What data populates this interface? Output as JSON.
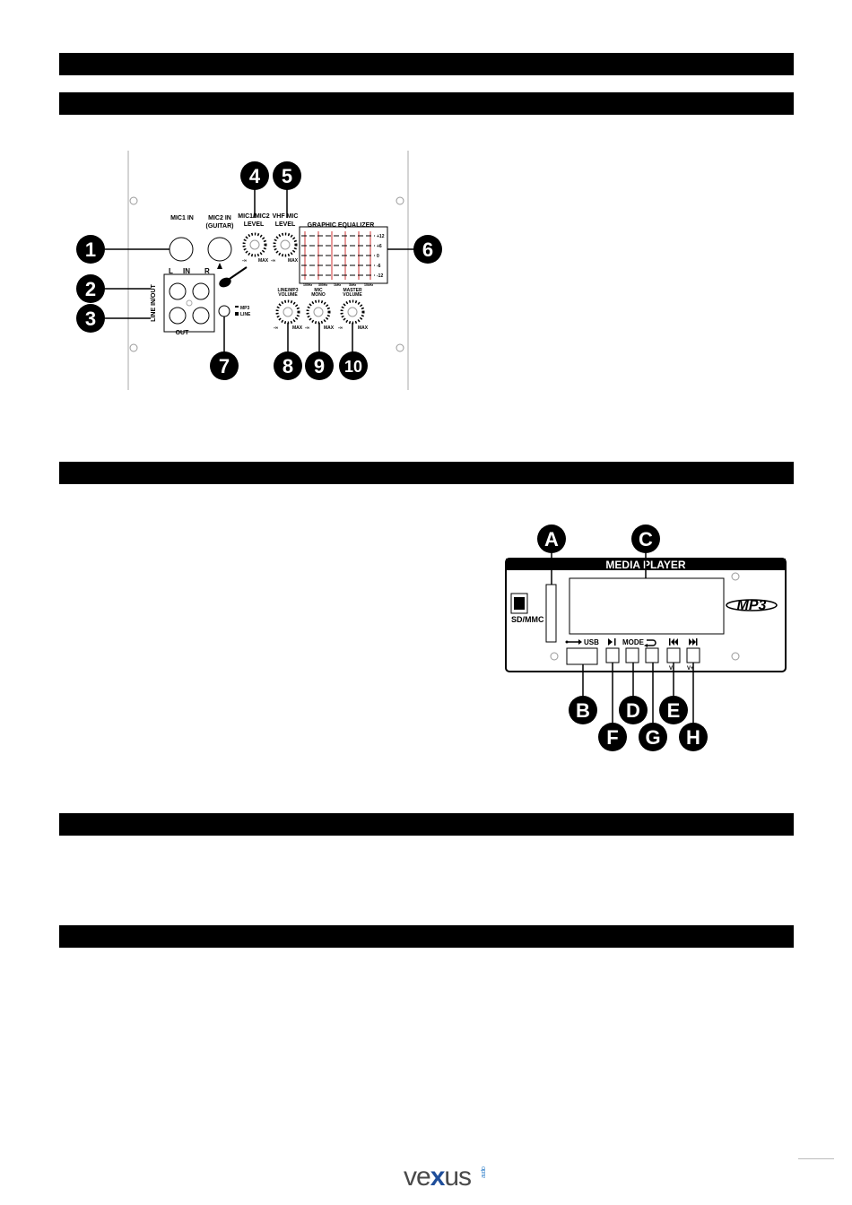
{
  "section_bars": 5,
  "rear_panel": {
    "mic1_in": "MIC1 IN",
    "mic2_in_line1": "MIC2 IN",
    "mic2_in_line2": "(GUITAR)",
    "mic_level_line1": "MIC1/MIC2",
    "mic_level_line2": "LEVEL",
    "vhf_level_line1": "VHF MIC",
    "vhf_level_line2": "LEVEL",
    "eq_title": "GRAPHIC EQUALIZER",
    "eq_scale": [
      "+12",
      "+6",
      "0",
      "-6",
      "-12"
    ],
    "eq_freqs": [
      "100Hz",
      "300Hz",
      "1kHz",
      "3kHz",
      "10kHz"
    ],
    "line_in_out": "LINE IN/OUT",
    "in_label": "IN",
    "out_label": "OUT",
    "left_label": "L",
    "right_label": "R",
    "mp3_label": "MP3",
    "line_label": "LINE",
    "line_mp3_vol_line1": "LINE/MP3",
    "line_mp3_vol_line2": "VOLUME",
    "mic_mono_line1": "MIC",
    "mic_mono_line2": "MONO",
    "master_vol_line1": "MASTER",
    "master_vol_line2": "VOLUME",
    "min_symbol": "-∞",
    "max_label": "MAX",
    "callouts": [
      "1",
      "2",
      "3",
      "4",
      "5",
      "6",
      "7",
      "8",
      "9",
      "10"
    ]
  },
  "media_player": {
    "title": "MEDIA PLAYER",
    "sd_label": "SD/MMC",
    "usb_label": "USB",
    "mode_label": "MODE",
    "vol_minus": "V-",
    "vol_plus": "V+",
    "logo": "MP3",
    "callouts": [
      "A",
      "B",
      "C",
      "D",
      "E",
      "F",
      "G",
      "H"
    ]
  },
  "footer": {
    "brand_prefix": "ve",
    "brand_x": "x",
    "brand_suffix": "us",
    "brand_sub": "audio"
  }
}
